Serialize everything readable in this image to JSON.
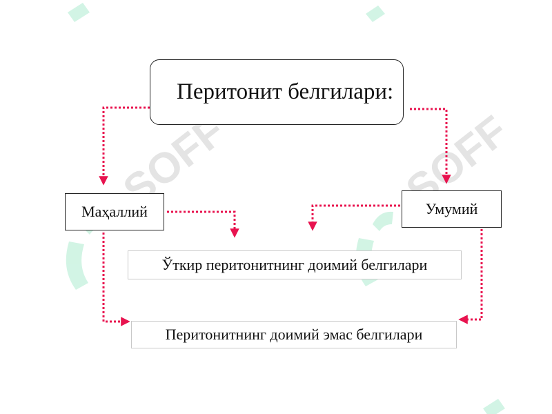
{
  "diagram": {
    "root": {
      "label": "Перитонит белгилари:"
    },
    "local": {
      "label": "Маҳаллий"
    },
    "general": {
      "label": "Умумий"
    },
    "acute_constant": {
      "label": "Ўткир перитонитнинг доимий белгилари"
    },
    "non_constant": {
      "label": "Перитонитнинг доимий эмас белгилари"
    }
  },
  "watermark": {
    "text": "SOFF"
  },
  "colors": {
    "arrow": "#e8134f",
    "watermark_green": "#7fe0b5",
    "watermark_grey": "#c9c9c9",
    "box_border": "#222222"
  }
}
